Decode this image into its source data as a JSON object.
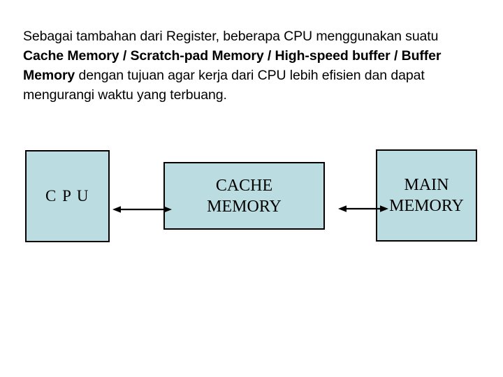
{
  "page": {
    "background": "#ffffff"
  },
  "paragraph": {
    "lines": [
      {
        "segments": [
          {
            "text": "Sebagai tambahan dari Register, beberapa CPU menggunakan suatu",
            "bold": false
          }
        ]
      },
      {
        "segments": [
          {
            "text": "Cache Memory / Scratch-pad Memory / High-speed buffer / Buffer",
            "bold": true
          }
        ]
      },
      {
        "segments": [
          {
            "text": "Memory",
            "bold": true
          },
          {
            "text": " dengan tujuan agar kerja dari CPU lebih efisien dan dapat",
            "bold": false
          }
        ]
      },
      {
        "segments": [
          {
            "text": "mengurangi waktu yang terbuang.",
            "bold": false
          }
        ]
      }
    ]
  },
  "diagram": {
    "box_fill": "#bbdde1",
    "box_border": "#000000",
    "arrow_color": "#000000",
    "boxes": {
      "cpu": {
        "label": "C P U"
      },
      "cache": {
        "label": "CACHE\nMEMORY"
      },
      "main": {
        "label": "MAIN\nMEMORY"
      }
    }
  }
}
